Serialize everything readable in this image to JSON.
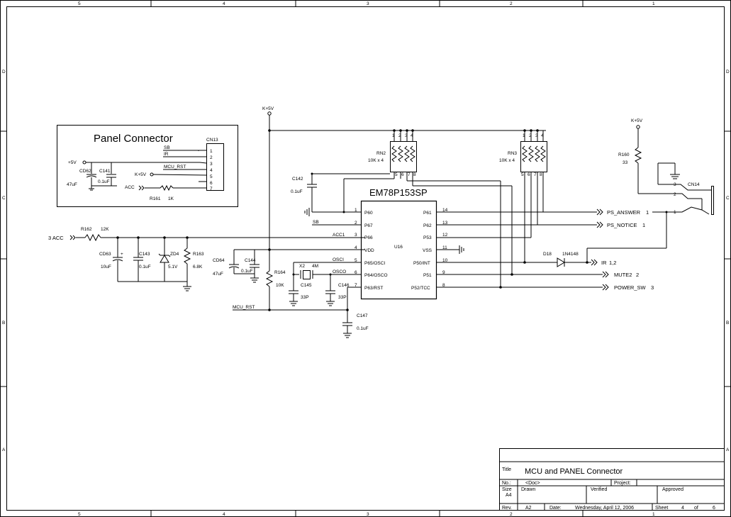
{
  "frame": {
    "col_labels": [
      "5",
      "4",
      "3",
      "2",
      "1"
    ],
    "row_labels": [
      "D",
      "C",
      "B",
      "A"
    ]
  },
  "panel_box": {
    "title": "Panel Connector",
    "connector_ref": "CN13",
    "pins": [
      "1",
      "2",
      "3",
      "4",
      "5",
      "6",
      "7"
    ],
    "signals": [
      "SB",
      "IR",
      "MCU_RST",
      "K+5V",
      "ACC"
    ],
    "plus5v": "+5V",
    "cap1_ref": "CD62",
    "cap1_val": "47uF",
    "cap2_ref": "C141",
    "cap2_val": "0.1uF",
    "res_ref": "R161",
    "res_val": "1K"
  },
  "left_power": {
    "input_port": "3  ACC",
    "r_ref": "R162",
    "r_val": "12K",
    "cd63_ref": "CD63",
    "cd63_val": "10uF",
    "c143_ref": "C143",
    "c143_val": "0.1uF",
    "zd_ref": "ZD4",
    "zd_val": "5.1V",
    "r163_ref": "R163",
    "r163_val": "6.8K",
    "cd64_ref": "CD64",
    "cd64_val": "47uF",
    "c144_ref": "C144",
    "c144_val": "0.1uF",
    "r164_ref": "R164",
    "r164_val": "10K",
    "mcu_rst": "MCU_RST",
    "kplus": "K+5V"
  },
  "mcu": {
    "part": "EM78P153SP",
    "ref": "U16",
    "left_pins": [
      {
        "num": "1",
        "name": "P60"
      },
      {
        "num": "2",
        "name": "P67"
      },
      {
        "num": "3",
        "name": "P66"
      },
      {
        "num": "4",
        "name": "VDD"
      },
      {
        "num": "5",
        "name": "P65/OSCI"
      },
      {
        "num": "6",
        "name": "P64/OSCO"
      },
      {
        "num": "7",
        "name": "P63/RST"
      }
    ],
    "right_pins": [
      {
        "num": "14",
        "name": "P61"
      },
      {
        "num": "13",
        "name": "P62"
      },
      {
        "num": "12",
        "name": "P53"
      },
      {
        "num": "11",
        "name": "VSS"
      },
      {
        "num": "10",
        "name": "P50/INT"
      },
      {
        "num": "9",
        "name": "P51"
      },
      {
        "num": "8",
        "name": "P52/TCC"
      }
    ],
    "net_labels": [
      "SB",
      "ACC1",
      "OSCI",
      "OSCO"
    ]
  },
  "osc": {
    "x_ref": "X2",
    "x_val": "4M",
    "c145_ref": "C145",
    "c145_val": "33P",
    "c146_ref": "C146",
    "c146_val": "33P",
    "c147_ref": "C147",
    "c147_val": "0.1uF"
  },
  "c142": {
    "ref": "C142",
    "val": "0.1uF"
  },
  "rn2": {
    "ref": "RN2",
    "val": "10K x 4",
    "pins": [
      "1",
      "2",
      "3",
      "4",
      "5",
      "6",
      "7",
      "8"
    ]
  },
  "rn3": {
    "ref": "RN3",
    "val": "10K x 4",
    "pins": [
      "1",
      "2",
      "3",
      "4",
      "5",
      "6",
      "7",
      "8"
    ]
  },
  "right_side": {
    "kplus": "K+5V",
    "r160_ref": "R160",
    "r160_val": "33",
    "cn14_ref": "CN14",
    "d_ref": "D18",
    "d_val": "1N4148",
    "ports": [
      {
        "name": "PS_ANSWER",
        "num": "1"
      },
      {
        "name": "PS_NOTICE",
        "num": "1"
      },
      {
        "name": "IR",
        "num": "1,2"
      },
      {
        "name": "MUTE2",
        "num": "2"
      },
      {
        "name": "POWER_SW",
        "num": "3"
      }
    ],
    "cn14_pins": [
      "1",
      "2",
      "3"
    ]
  },
  "title_block": {
    "title_label": "Title",
    "title": "MCU and PANEL Connector",
    "no_label": "No.:",
    "no_value": "<Doc>",
    "project_label": "Project:",
    "size_label": "Size",
    "size_value": "A4",
    "drawn_label": "Drawn",
    "verified_label": "Verified",
    "approved_label": "Approved",
    "rev_label": "Rev.",
    "rev_value": "A2",
    "date_label": "Date:",
    "date_value": "Wednesday, April 12, 2006",
    "sheet_label": "Sheet",
    "sheet_num": "4",
    "of_label": "of",
    "sheet_total": "6"
  }
}
